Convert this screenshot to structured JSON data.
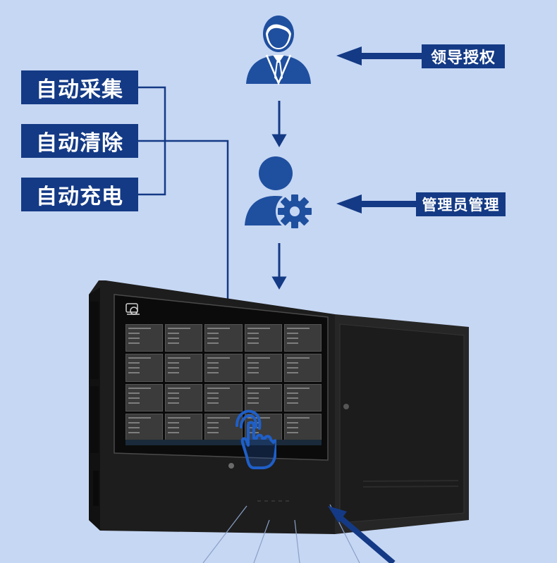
{
  "labels": {
    "auto_collect": "自动采集",
    "auto_clear": "自动清除",
    "auto_charge": "自动充电",
    "leader_auth": "领导授权",
    "admin_manage": "管理员管理"
  },
  "screen": {
    "title": "",
    "grid_rows": 4,
    "grid_cols": 5
  },
  "icons": {
    "leader": "person-tie-icon",
    "admin": "person-gear-icon",
    "touch": "hand-touch-icon",
    "logo": "camera-logo-icon"
  },
  "colors": {
    "background": "#c6d7f3",
    "accent": "#143a85",
    "icon_blue": "#1f4f9f",
    "cabinet": "#1d1d1d"
  }
}
